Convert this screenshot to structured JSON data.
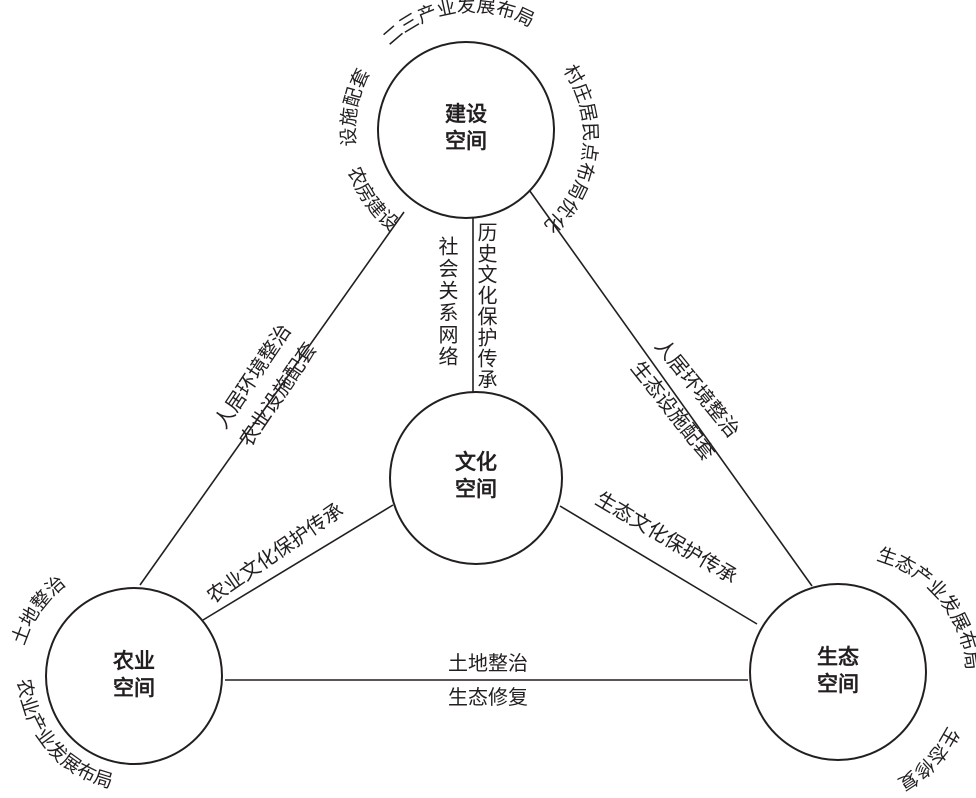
{
  "colors": {
    "stroke": "#231f20",
    "background": "#ffffff"
  },
  "nodes": {
    "construction": {
      "line1": "建设",
      "line2": "空间"
    },
    "culture": {
      "line1": "文化",
      "line2": "空间"
    },
    "agriculture": {
      "line1": "农业",
      "line2": "空间"
    },
    "ecology": {
      "line1": "生态",
      "line2": "空间"
    }
  },
  "edges": {
    "construction_culture_left": "社会关系网络",
    "construction_culture_right": "历史文化保护传承",
    "construction_agriculture_outer": "人居环境整治",
    "construction_agriculture_inner": "农业设施配套",
    "construction_ecology_outer": "人居环境整治",
    "construction_ecology_inner": "生态设施配套",
    "agriculture_culture": "农业文化保护传承",
    "ecology_culture": "生态文化保护传承",
    "agriculture_ecology_top": "土地整治",
    "agriculture_ecology_bottom": "生态修复"
  },
  "arcs": {
    "construction_top": "二三产业发展布局",
    "construction_left": "设施配套",
    "construction_right": "村庄居民点布局优化",
    "construction_lower_left": "农房建设",
    "agriculture_top": "土地整治",
    "agriculture_bottom": "农业产业发展布局",
    "ecology_top": "生态产业发展布局",
    "ecology_bottom": "生态修复"
  }
}
